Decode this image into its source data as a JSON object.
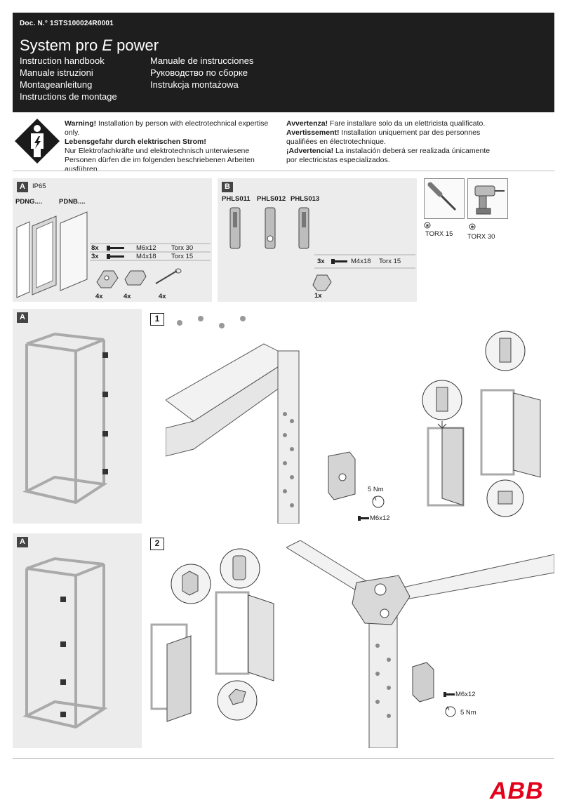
{
  "header": {
    "doc_no": "Doc. N.° 1STS100024R0001",
    "title_main": "System pro ",
    "title_italic": "E",
    "title_suffix": " power",
    "languages_left": [
      "Instruction handbook",
      "Manuale istruzioni",
      "Montageanleitung",
      "Instructions de montage"
    ],
    "languages_right": [
      "Manuale de instrucciones",
      "Руководство по сборке",
      "Instrukcja montażowa"
    ]
  },
  "warning": {
    "en_bold": "Warning!",
    "en_text": " Installation by person with electrotechnical expertise only.",
    "de_bold": "Lebensgefahr durch elektrischen Strom!",
    "de_text": "Nur Elektrofachkräfte und elektrotechnisch unterwiesene Personen dürfen die im folgenden beschriebenen Arbeiten ausführen.",
    "it_bold": "Avvertenza!",
    "it_text": " Fare installare solo da un elettricista qualificato.",
    "fr_bold": "Avertissement!",
    "fr_text": " Installation uniquement par des personnes qualifiées en électrotechnique.",
    "es_bold": "¡Advertencia!",
    "es_text": " La instalación deberá ser realizada únicamente por electricistas especializados."
  },
  "panel_a": {
    "tag": "A",
    "rating": "IP65",
    "label1": "PDNG....",
    "label2": "PDNB....",
    "row1_qty": "8x",
    "row1_screw": "M6x12",
    "row1_tool": "Torx 30",
    "row2_qty": "3x",
    "row2_screw": "M4x18",
    "row2_tool": "Torx 15",
    "parts_qty": [
      "4x",
      "4x",
      "4x"
    ]
  },
  "panel_b": {
    "tag": "B",
    "labels": [
      "PHLS011",
      "PHLS012",
      "PHLS013"
    ],
    "row_qty": "3x",
    "row_screw": "M4x18",
    "row_tool": "Torx 15",
    "part_qty": "1x"
  },
  "tools": {
    "label1": "TORX 15",
    "label2": "TORX 30"
  },
  "step1": {
    "side_tag": "A",
    "number": "1",
    "torque": "5 Nm",
    "screw": "M6x12"
  },
  "step2": {
    "side_tag": "A",
    "number": "2",
    "screw": "M6x12",
    "torque": "5 Nm"
  },
  "footer": {
    "logo": "ABB"
  },
  "colors": {
    "header_bg": "#1e1e1e",
    "panel_bg": "#ececec",
    "abb_red": "#e2001a"
  }
}
